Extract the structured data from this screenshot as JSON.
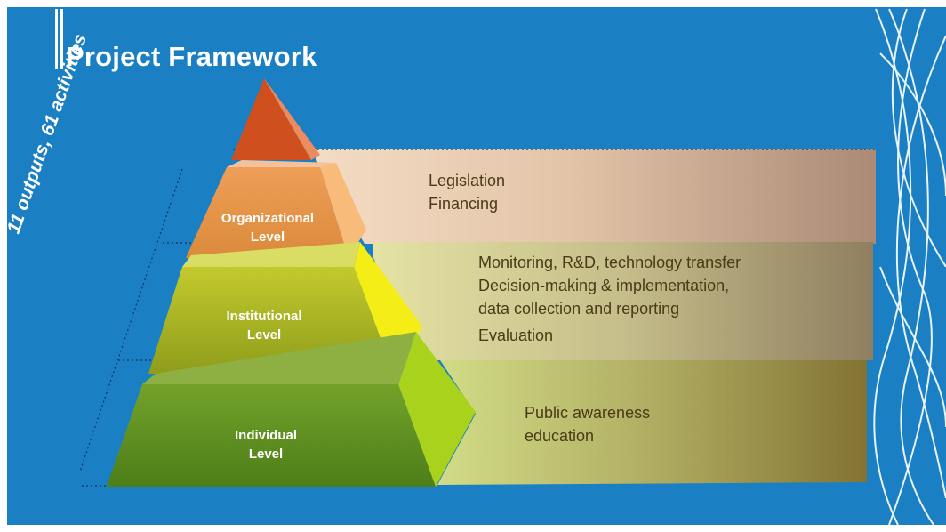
{
  "slide": {
    "title": "Project Framework",
    "side_note": "11 outputs, 61 activities",
    "colors": {
      "background": "#1b7fc4",
      "organizational": "#e59a4b",
      "institutional": "#a7b925",
      "individual": "#5d9222",
      "apex": "#cf4f1e"
    }
  },
  "levels": [
    {
      "label_line1": "Organizational",
      "label_line2": "Level",
      "items": [
        "Legislation",
        "Financing"
      ]
    },
    {
      "label_line1": "Institutional",
      "label_line2": "Level",
      "items": [
        "Monitoring, R&D, technology transfer",
        "Decision-making & implementation,",
        "data collection and reporting",
        "Evaluation"
      ]
    },
    {
      "label_line1": "Individual",
      "label_line2": "Level",
      "items": [
        "Public awareness",
        "education"
      ]
    }
  ]
}
